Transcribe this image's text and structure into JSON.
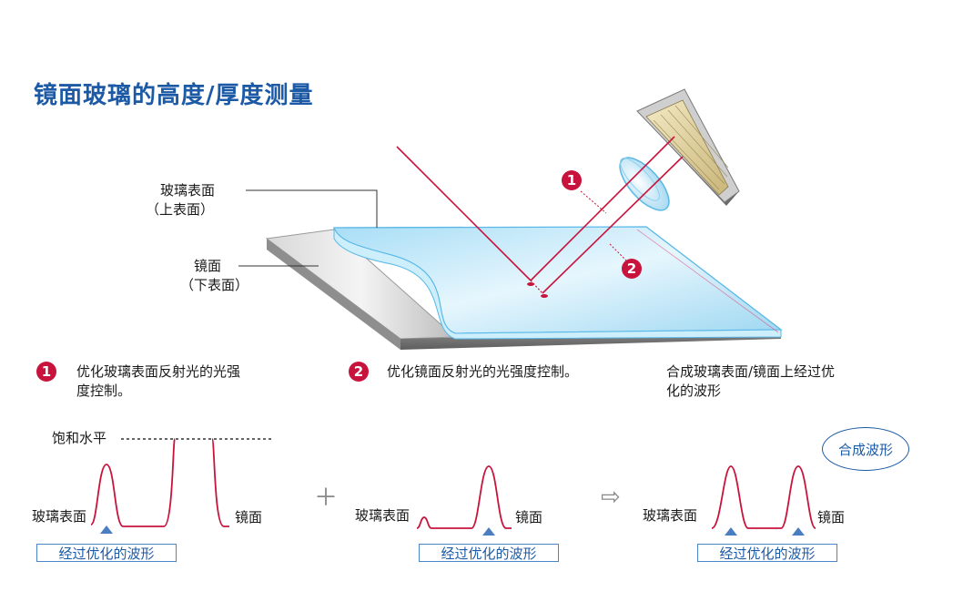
{
  "title": "镜面玻璃的高度/厚度测量",
  "labels": {
    "glass_surface": "玻璃表面",
    "glass_surface_sub": "（上表面）",
    "mirror": "镜面",
    "mirror_sub": "（下表面）"
  },
  "markers": {
    "one": "1",
    "two": "2"
  },
  "steps": {
    "one_line1": "优化玻璃表面反射光的光强",
    "one_line2": "度控制。",
    "two": "优化镜面反射光的光强度控制。",
    "three_line1": "合成玻璃表面/镜面上经过优",
    "three_line2": "化的波形"
  },
  "waveforms": {
    "saturation": "饱和水平",
    "glass": "玻璃表面",
    "mirror": "镜面",
    "optimized": "经过优化的波形",
    "combined": "合成波形",
    "plus": "＋",
    "arrow": "⇨"
  },
  "colors": {
    "laser": "#c8143c",
    "accent_blue": "#1c5aa6",
    "glass": "#bfe6f8",
    "mirror": "#a8a8a8"
  }
}
